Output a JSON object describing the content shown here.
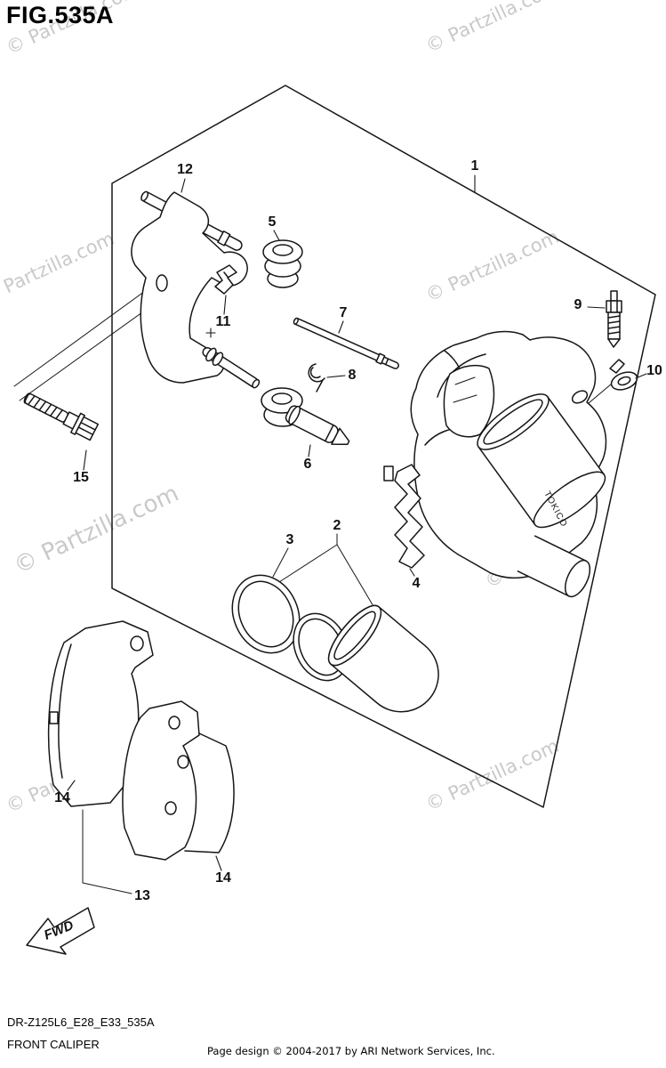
{
  "page": {
    "title": "FIG.535A",
    "footer": {
      "model_code": "DR-Z125L6_E28_E33_535A",
      "diagram_name": "FRONT CALIPER",
      "copyright": "Page design © 2004-2017 by ARI Network Services, Inc."
    }
  },
  "watermark": {
    "text": "© Partzilla.com"
  },
  "diagram": {
    "fwd_label": "FWD",
    "caliper_brand": "TOKICO",
    "callouts": [
      {
        "ref": "1"
      },
      {
        "ref": "12"
      },
      {
        "ref": "5"
      },
      {
        "ref": "11"
      },
      {
        "ref": "7"
      },
      {
        "ref": "8"
      },
      {
        "ref": "9"
      },
      {
        "ref": "10"
      },
      {
        "ref": "15"
      },
      {
        "ref": "6"
      },
      {
        "ref": "2"
      },
      {
        "ref": "3"
      },
      {
        "ref": "4"
      },
      {
        "ref": "14"
      },
      {
        "ref": "14"
      },
      {
        "ref": "13"
      }
    ]
  }
}
